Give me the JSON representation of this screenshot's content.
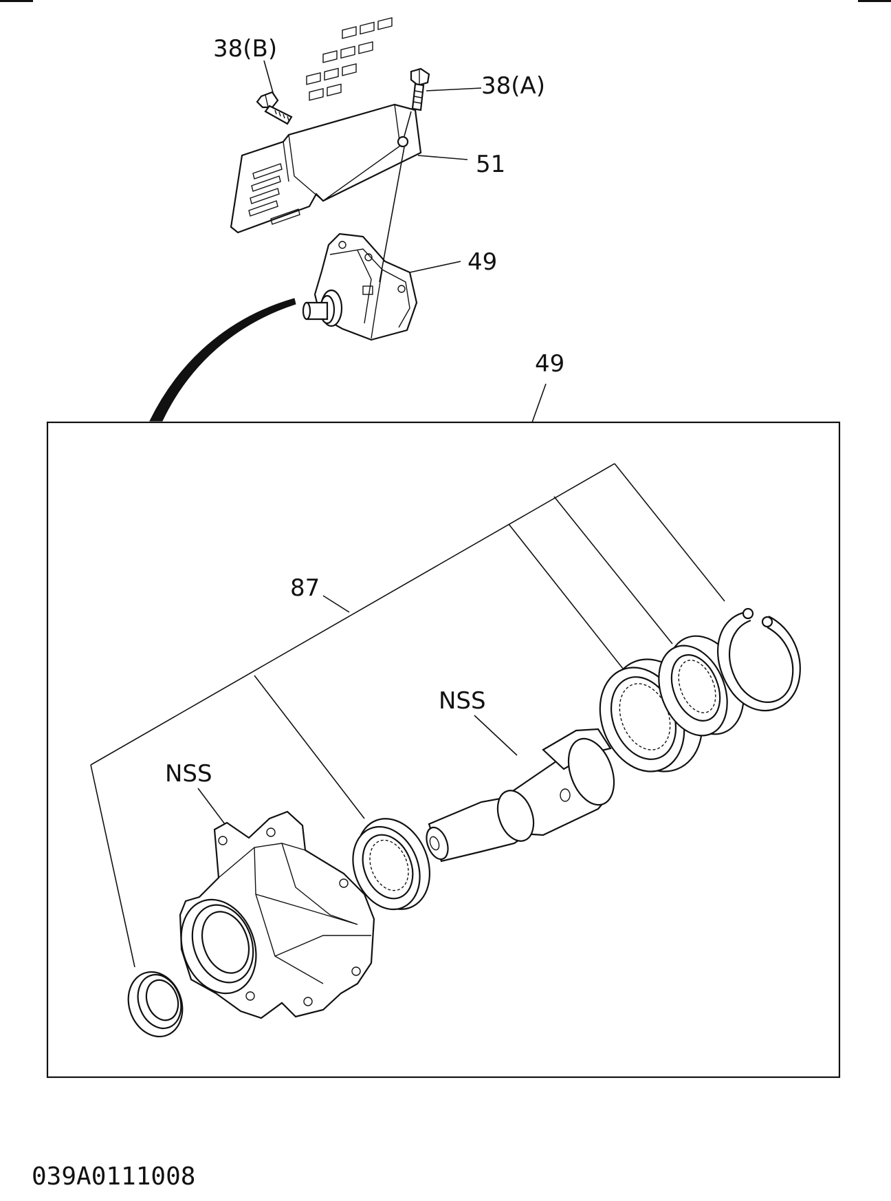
{
  "labels": {
    "bolt_b": "38(B)",
    "bolt_a": "38(A)",
    "guard": "51",
    "housing_assy": "49",
    "kit_box": "49",
    "bearing_kit": "87",
    "nss_shaft": "NSS",
    "nss_housing": "NSS"
  },
  "diagram_code": "039A0111008"
}
